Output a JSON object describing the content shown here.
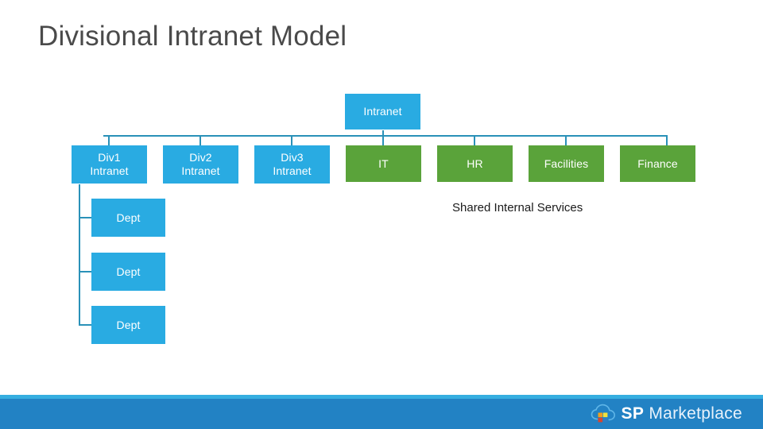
{
  "slide": {
    "title": "Divisional Intranet Model",
    "background_color": "#ffffff"
  },
  "palette": {
    "blue": "#29ABE2",
    "green": "#5AA33A",
    "connector": "#2A91B8",
    "title_text": "#4a4a4a",
    "footer_band": "#2282C4",
    "footer_accent": "#36AEE0"
  },
  "diagram": {
    "root": {
      "label": "Intranet",
      "color": "blue"
    },
    "divisions": [
      {
        "line1": "Div1",
        "line2": "Intranet",
        "color": "blue"
      },
      {
        "line1": "Div2",
        "line2": "Intranet",
        "color": "blue"
      },
      {
        "line1": "Div3",
        "line2": "Intranet",
        "color": "blue"
      }
    ],
    "services": [
      {
        "label": "IT",
        "color": "green"
      },
      {
        "label": "HR",
        "color": "green"
      },
      {
        "label": "Facilities",
        "color": "green"
      },
      {
        "label": "Finance",
        "color": "green"
      }
    ],
    "departments": [
      {
        "label": "Dept",
        "color": "blue"
      },
      {
        "label": "Dept",
        "color": "blue"
      },
      {
        "label": "Dept",
        "color": "blue"
      }
    ],
    "annotation": "Shared Internal Services"
  },
  "footer": {
    "brand_strong": "SP",
    "brand_light": "Marketplace",
    "logo_icon": "cloud-squares-icon"
  }
}
